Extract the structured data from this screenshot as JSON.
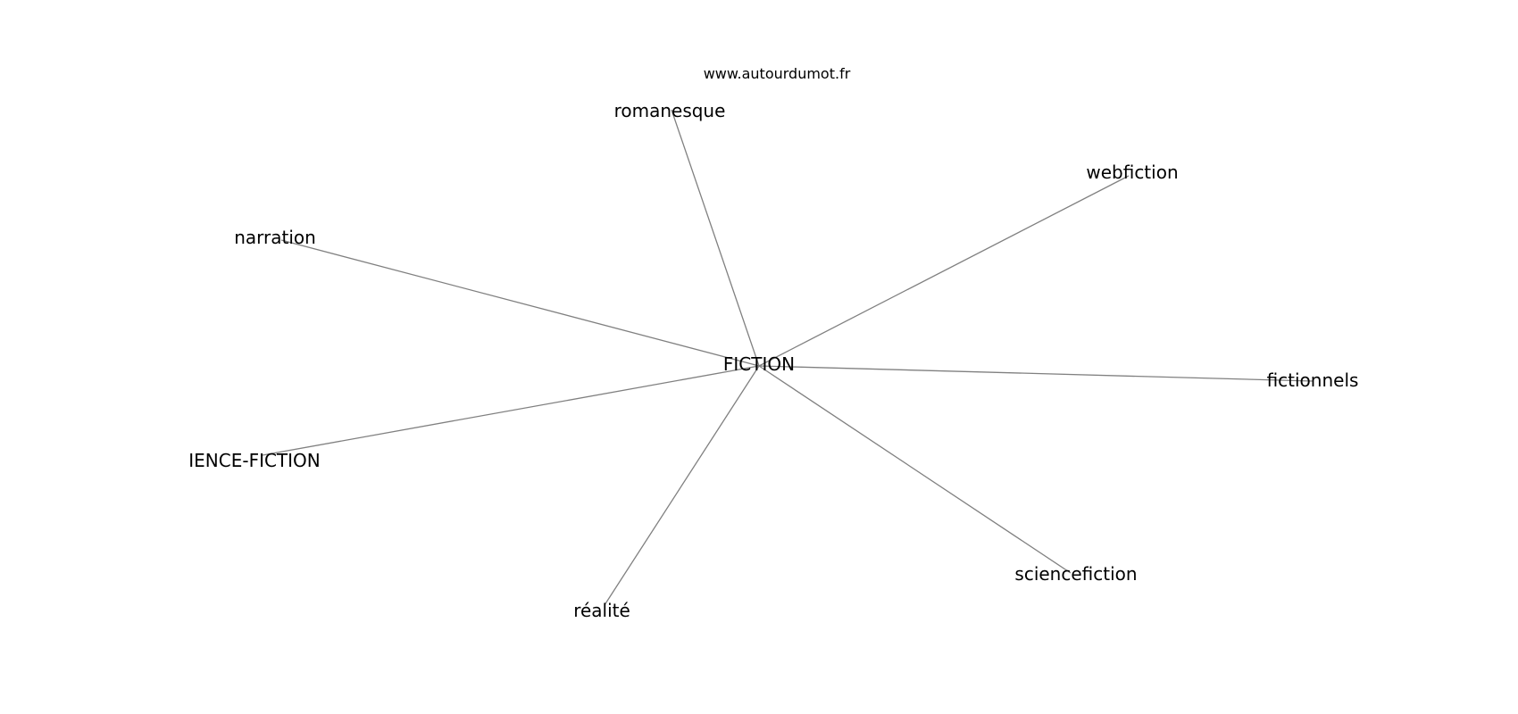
{
  "watermark": "www.autourdumot.fr",
  "center": {
    "id": "fiction",
    "label": "FICTION"
  },
  "nodes": [
    {
      "id": "romanesque",
      "label": "romanesque"
    },
    {
      "id": "webfiction",
      "label": "webfiction"
    },
    {
      "id": "narration",
      "label": "narration"
    },
    {
      "id": "fictionnels",
      "label": "fictionnels"
    },
    {
      "id": "ience-fiction",
      "label": "IENCE-FICTION"
    },
    {
      "id": "sciencefiction",
      "label": "sciencefiction"
    },
    {
      "id": "realite",
      "label": "réalité"
    }
  ],
  "colors": {
    "edge": "#808080",
    "text": "#000000",
    "background": "#ffffff"
  }
}
